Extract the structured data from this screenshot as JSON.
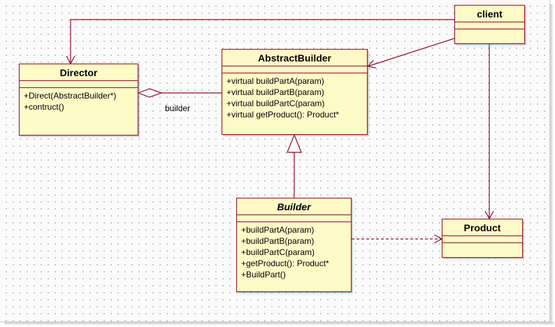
{
  "diagram": {
    "classes": {
      "client": {
        "name": "client",
        "operations": []
      },
      "director": {
        "name": "Director",
        "operations": [
          "+Direct(AbstractBuilder*)",
          "+contruct()"
        ]
      },
      "abstract_builder": {
        "name": "AbstractBuilder",
        "operations": [
          "+virtual buildPartA(param)",
          "+virtual buildPartB(param)",
          "+virtual buildPartC(param)",
          "+virtual getProduct(): Product*"
        ]
      },
      "builder": {
        "name": "Builder",
        "operations": [
          "+buildPartA(param)",
          "+buildPartB(param)",
          "+buildPartC(param)",
          "+getProduct(): Product*",
          "+BuildPart()"
        ]
      },
      "product": {
        "name": "Product",
        "operations": []
      }
    },
    "relations": [
      {
        "from": "client",
        "to": "Director",
        "kind": "association"
      },
      {
        "from": "client",
        "to": "AbstractBuilder",
        "kind": "association"
      },
      {
        "from": "client",
        "to": "Product",
        "kind": "association"
      },
      {
        "from": "Director",
        "to": "AbstractBuilder",
        "kind": "aggregation",
        "label": "builder"
      },
      {
        "from": "Builder",
        "to": "AbstractBuilder",
        "kind": "generalization"
      },
      {
        "from": "Builder",
        "to": "Product",
        "kind": "dependency"
      }
    ],
    "aggregation_label": "builder"
  },
  "colors": {
    "box_fill": "#fffbc7",
    "line": "#8a0f28",
    "grid_dot": "#b9b9b9"
  }
}
